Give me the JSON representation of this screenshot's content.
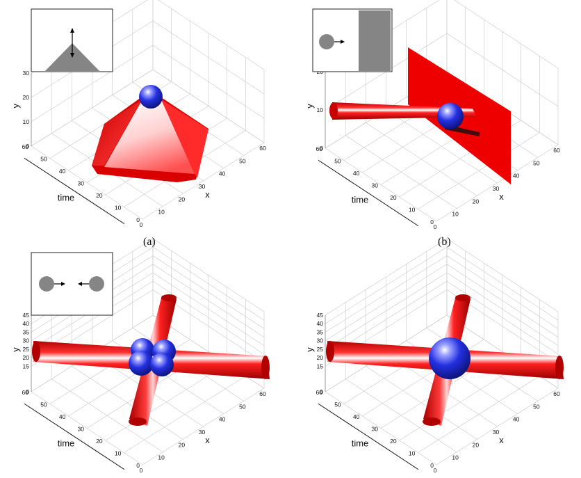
{
  "chart_data": [
    {
      "type": "other",
      "panel_label": "(a)",
      "xlabel": "x",
      "ylabel": "y",
      "zlabel": "time",
      "x_ticks": [
        "0",
        "10",
        "20",
        "30",
        "40",
        "50",
        "60"
      ],
      "time_ticks": [
        "0",
        "10",
        "20",
        "30",
        "40",
        "50",
        "60"
      ],
      "y_ticks": [
        "0",
        "10",
        "20",
        "30"
      ],
      "xlim": [
        0,
        60
      ],
      "timelim": [
        0,
        60
      ],
      "ylim": [
        0,
        30
      ],
      "grid": true,
      "inset": "single particle oscillating vertically above a triangular wedge",
      "colors": {
        "surface": "#e80000",
        "particle": "#1a22d6",
        "inset": "#858585"
      }
    },
    {
      "type": "other",
      "panel_label": "(b)",
      "xlabel": "x",
      "ylabel": "y",
      "zlabel": "time",
      "x_ticks": [
        "0",
        "10",
        "20",
        "30",
        "40",
        "50",
        "60"
      ],
      "time_ticks": [
        "0",
        "10",
        "20",
        "30",
        "40",
        "50",
        "60"
      ],
      "y_ticks": [
        "0",
        "10",
        "20"
      ],
      "xlim": [
        0,
        60
      ],
      "timelim": [
        0,
        60
      ],
      "ylim": [
        0,
        20
      ],
      "grid": true,
      "inset": "particle moving right toward a wall",
      "colors": {
        "surface": "#e80000",
        "particle": "#1a22d6",
        "inset": "#858585"
      }
    },
    {
      "type": "other",
      "panel_label": "",
      "xlabel": "x",
      "ylabel": "y",
      "zlabel": "time",
      "x_ticks": [
        "0",
        "10",
        "20",
        "30",
        "40",
        "50",
        "60"
      ],
      "time_ticks": [
        "0",
        "10",
        "20",
        "30",
        "40",
        "50",
        "60"
      ],
      "y_ticks": [
        "0",
        "15",
        "20",
        "25",
        "30",
        "35",
        "40",
        "45"
      ],
      "xlim": [
        0,
        60
      ],
      "timelim": [
        0,
        60
      ],
      "ylim": [
        0,
        45
      ],
      "grid": true,
      "inset": "two particles moving toward each other",
      "colors": {
        "surface": "#e80000",
        "particle": "#1a22d6",
        "inset": "#858585"
      }
    },
    {
      "type": "other",
      "panel_label": "",
      "xlabel": "x",
      "ylabel": "y",
      "zlabel": "time",
      "x_ticks": [
        "0",
        "10",
        "20",
        "30",
        "40",
        "50",
        "60"
      ],
      "time_ticks": [
        "0",
        "10",
        "20",
        "30",
        "40",
        "50",
        "60"
      ],
      "y_ticks": [
        "0",
        "15",
        "20",
        "25",
        "30",
        "35",
        "40",
        "45"
      ],
      "xlim": [
        0,
        60
      ],
      "timelim": [
        0,
        60
      ],
      "ylim": [
        0,
        45
      ],
      "grid": true,
      "inset": "",
      "colors": {
        "surface": "#e80000",
        "particle": "#1a22d6",
        "inset": "#858585"
      }
    }
  ]
}
